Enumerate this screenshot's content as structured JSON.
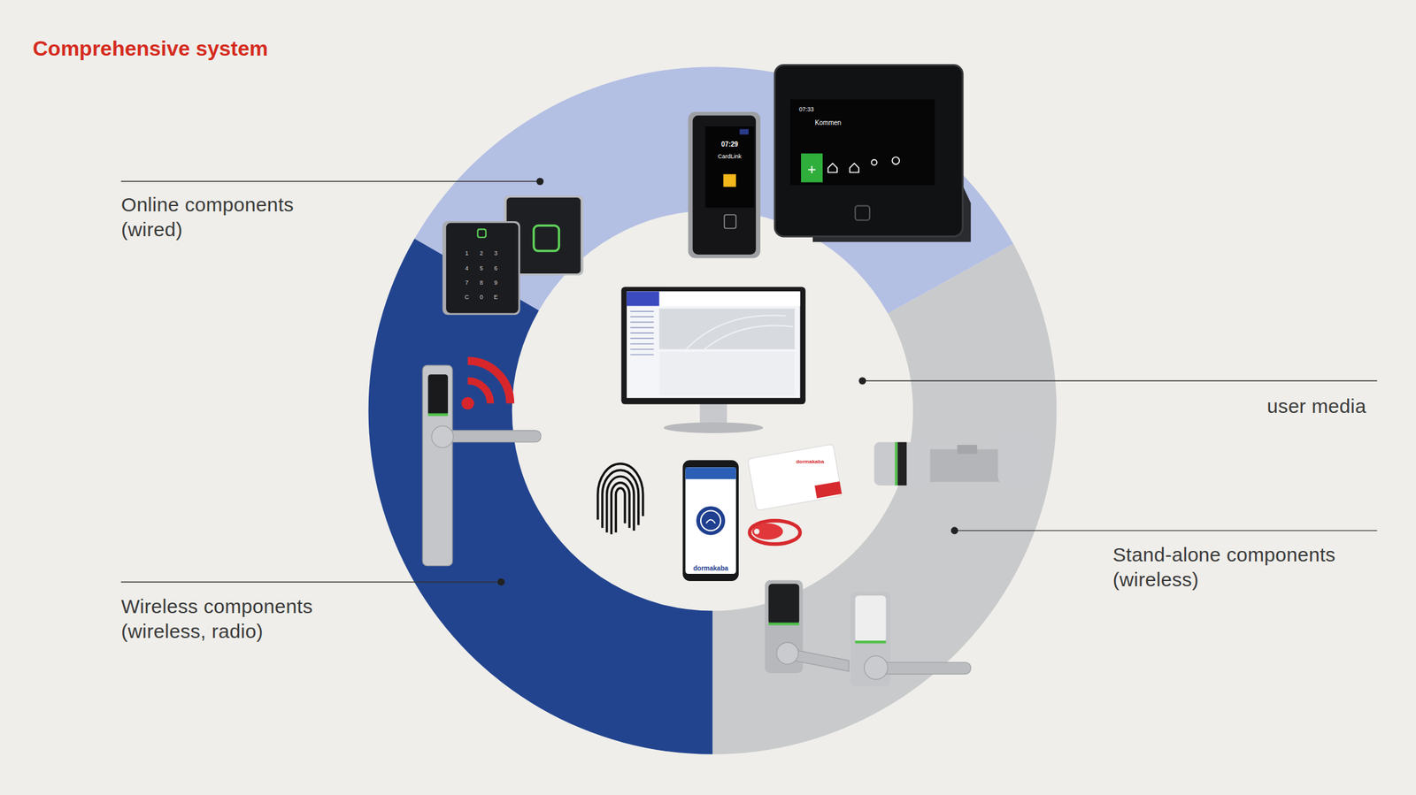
{
  "diagram": {
    "title": "Comprehensive system",
    "labels": [
      "Online components (wired)",
      "07:33",
      "Kommen",
      "07:29",
      "CardLink",
      "1",
      "2",
      "3",
      "4",
      "5",
      "6",
      "7",
      "8",
      "9",
      "C",
      "0",
      "E",
      "user media",
      "dormakaba",
      "dormakaba",
      "Stand-alone components (wireless)",
      "Wireless components (wireless, radio)"
    ]
  }
}
